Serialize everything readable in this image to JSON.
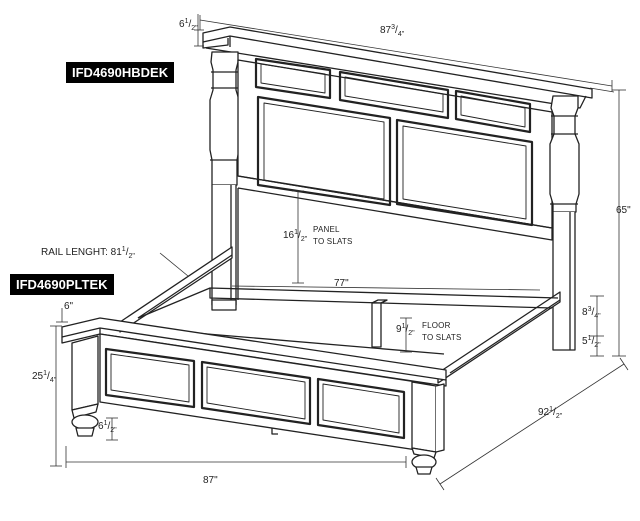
{
  "models": {
    "headboard": "IFD4690HBDEK",
    "platform": "IFD4690PLTEK"
  },
  "dimensions": {
    "headboard_width": {
      "whole": "87",
      "num": "3",
      "den": "4\""
    },
    "crown_thickness": {
      "whole": "6",
      "num": "1",
      "den": "2\""
    },
    "total_height": "65\"",
    "panel_to_slats": {
      "whole": "16",
      "num": "1",
      "den": "2\"",
      "line1": "PANEL",
      "line2": "TO SLATS"
    },
    "rail_length": {
      "label": "RAIL LENGHT: 81",
      "num": "1",
      "den": "2\""
    },
    "inner_width": "77\"",
    "floor_to_slats": {
      "whole": "9",
      "num": "1",
      "den": "2\"",
      "line1": "FLOOR",
      "line2": "TO SLATS"
    },
    "rail_height": {
      "whole": "8",
      "num": "3",
      "den": "4\""
    },
    "rail_clearance": {
      "whole": "5",
      "num": "1",
      "den": "2\""
    },
    "footboard_top": "6\"",
    "footboard_height": {
      "whole": "25",
      "num": "1",
      "den": "4\""
    },
    "foot_height": {
      "whole": "6",
      "num": "1",
      "den": "2\""
    },
    "footboard_width": "87\"",
    "overall_length": {
      "whole": "92",
      "num": "1",
      "den": "2\""
    }
  }
}
